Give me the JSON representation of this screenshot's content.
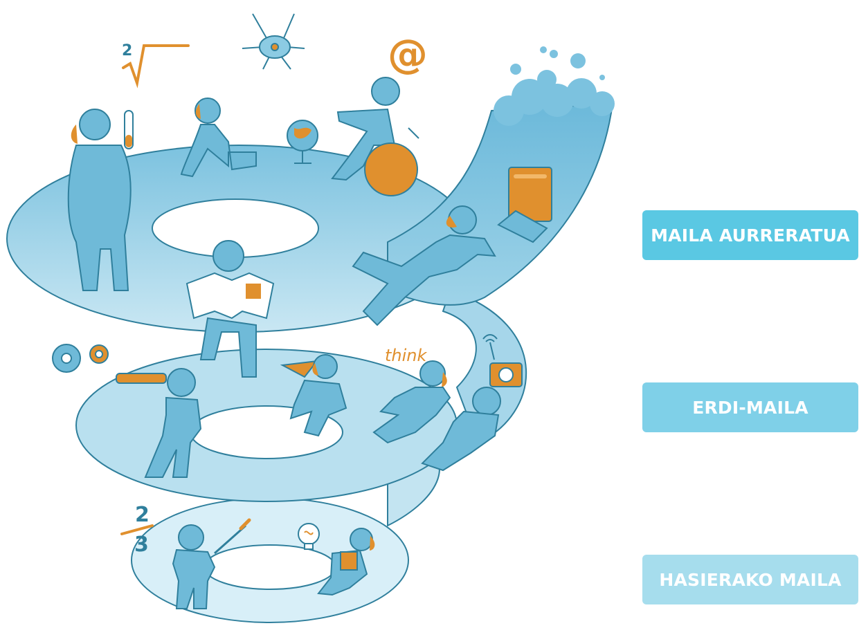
{
  "levels": {
    "advanced": "MAILA AURRERATUA",
    "intermediate": "ERDI-MAILA",
    "beginner": "HASIERAKO MAILA"
  },
  "illustration": {
    "think_word": "think",
    "fraction_numerator": "2",
    "fraction_denominator": "3",
    "root_index": "2",
    "at_symbol": "@"
  },
  "colors": {
    "spiral_blue": "#8ccbe3",
    "spiral_light": "#d6eef7",
    "figure_blue": "#6fbad8",
    "accent_orange": "#e0902e",
    "outline": "#2f7f9c",
    "advanced_button": "#5ac8e3",
    "intermediate_button": "#7fd0e8",
    "beginner_button": "#a6dded"
  }
}
